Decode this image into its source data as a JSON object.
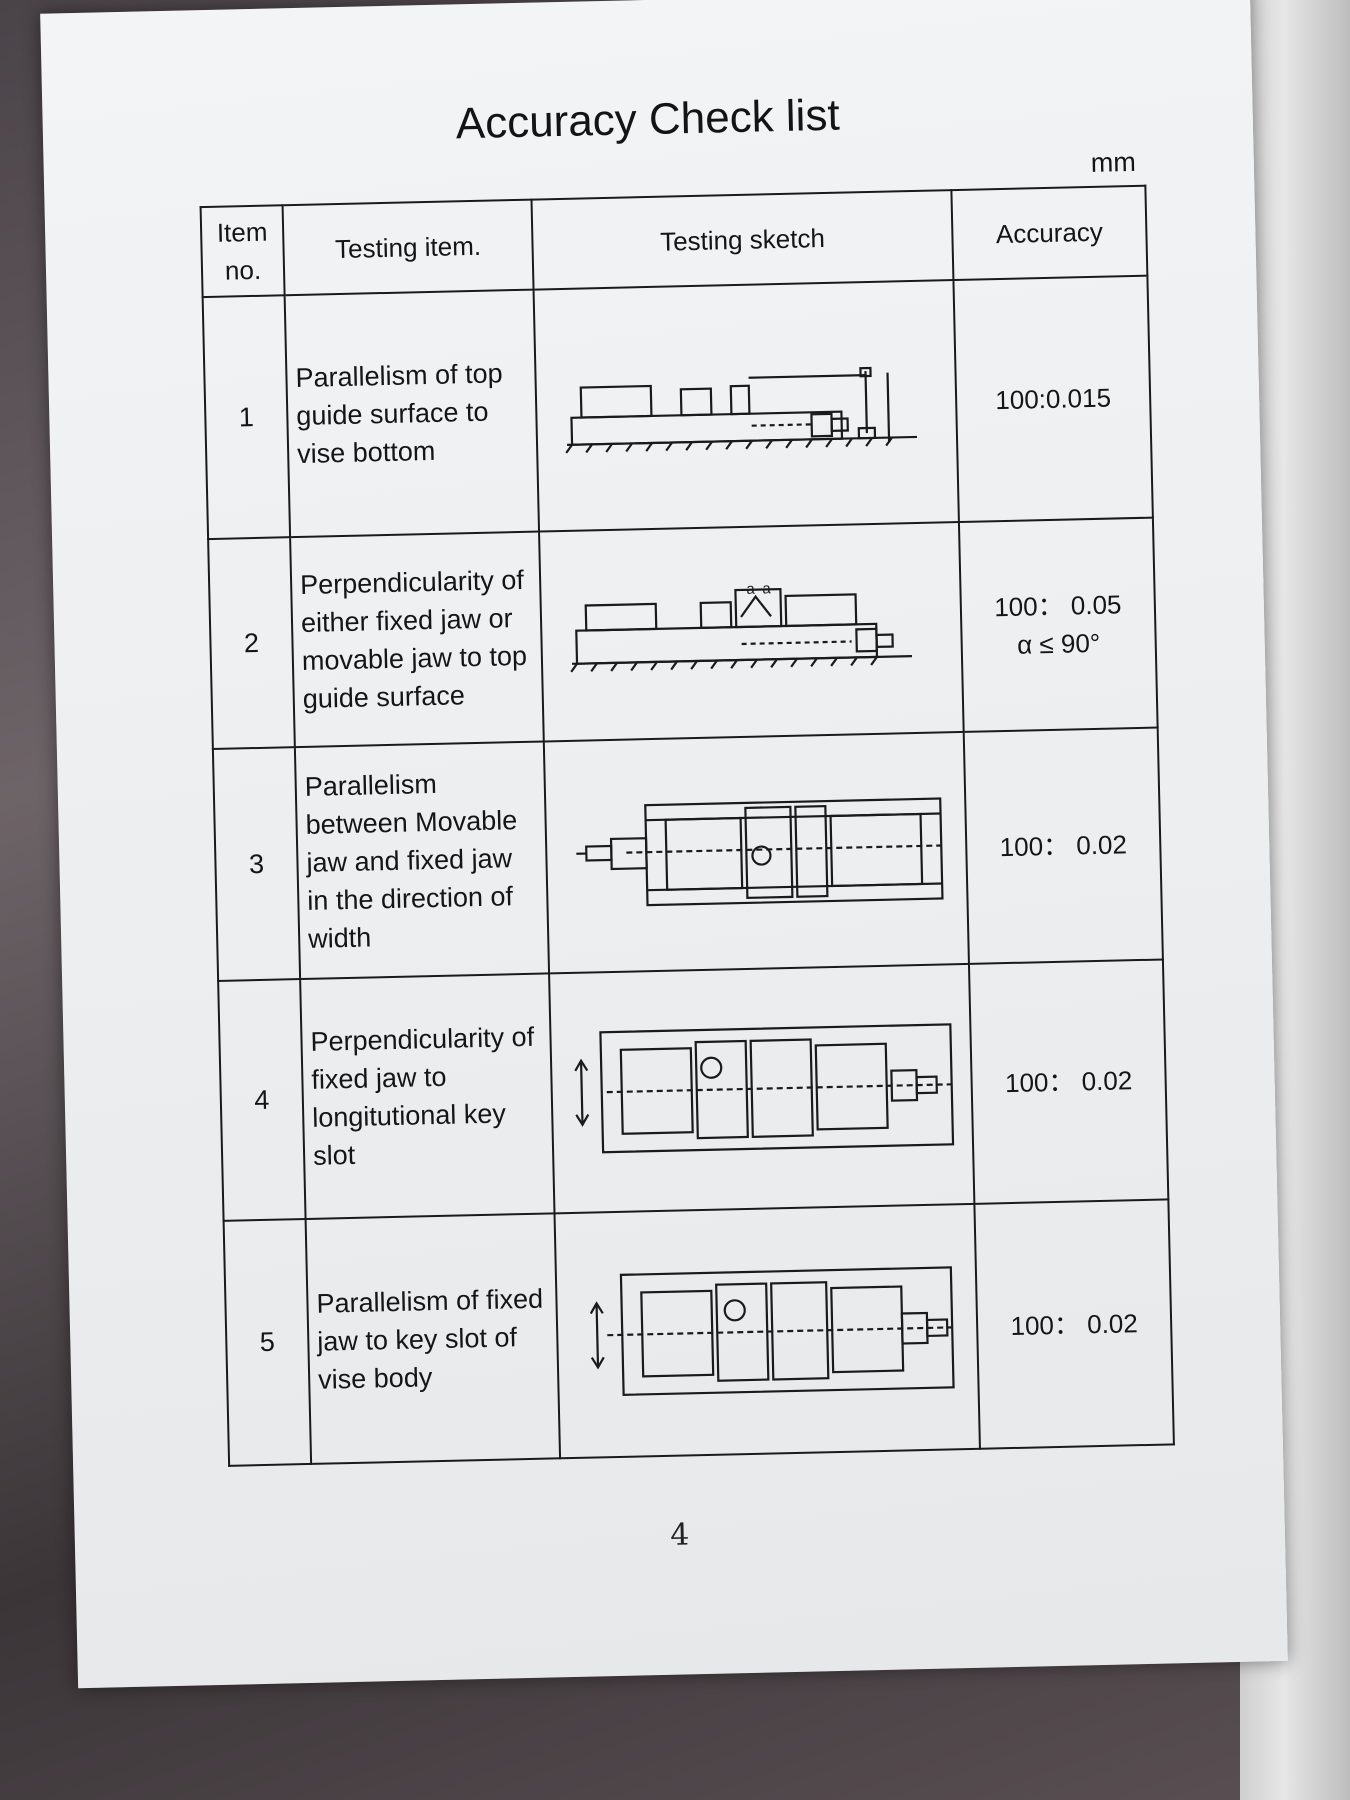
{
  "page": {
    "title": "Accuracy Check list",
    "unit": "mm",
    "page_number": "4"
  },
  "table": {
    "headers": {
      "item_no": "Item no.",
      "testing_item": "Testing item.",
      "testing_sketch": "Testing sketch",
      "accuracy": "Accuracy"
    },
    "rows": [
      {
        "no": "1",
        "item": "Parallelism of top guide surface to vise bottom",
        "accuracy": "100:0.015",
        "accuracy_2": ""
      },
      {
        "no": "2",
        "item": "Perpendicularity of either fixed jaw or movable jaw to top guide surface",
        "accuracy": "100： 0.05",
        "accuracy_2": "α ≤ 90°"
      },
      {
        "no": "3",
        "item": "Parallelism between Movable jaw and fixed jaw in the direction of width",
        "accuracy": "100： 0.02",
        "accuracy_2": ""
      },
      {
        "no": "4",
        "item": "Perpendicularity of fixed jaw to longitutional key slot",
        "accuracy": "100： 0.02",
        "accuracy_2": ""
      },
      {
        "no": "5",
        "item": "Parallelism of fixed jaw to key slot of vise body",
        "accuracy": "100： 0.02",
        "accuracy_2": ""
      }
    ],
    "sketch_labels": {
      "angle_a1": "a",
      "angle_a2": "a"
    }
  }
}
